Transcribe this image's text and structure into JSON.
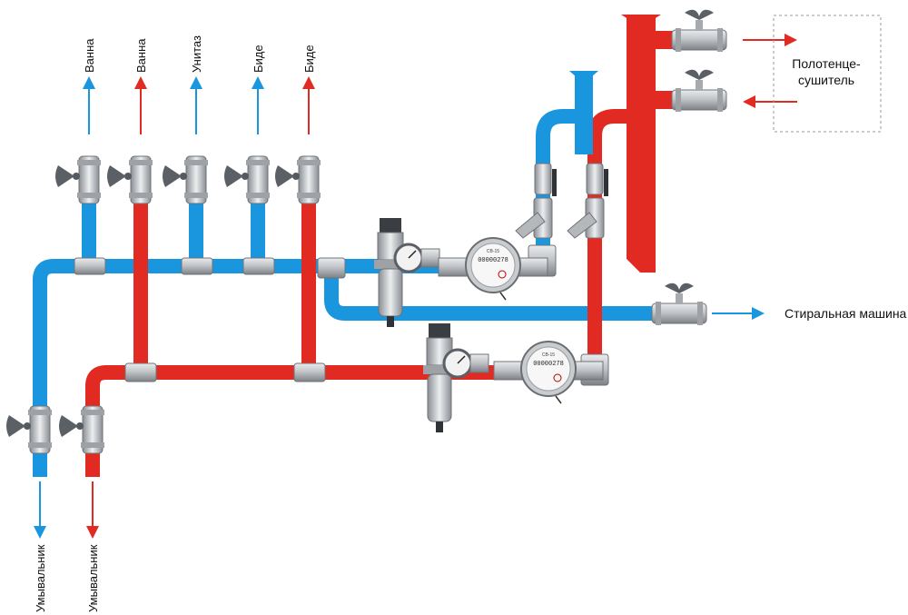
{
  "colors": {
    "cold": "#1a96de",
    "hot": "#e02a22",
    "fitting": "#b9bcbf",
    "fitting_dark": "#6f7377",
    "handle": "#5b6066",
    "text": "#111111",
    "dashed_box": "#9a9a9a"
  },
  "labels": {
    "top_outlets": [
      "Ванна",
      "Ванна",
      "Унитаз",
      "Биде",
      "Биде"
    ],
    "bottom_outlets": [
      "Умывальник",
      "Умывальник"
    ],
    "towel_dryer_line1": "Полотенце-",
    "towel_dryer_line2": "сушитель",
    "washing_machine": "Стиральная машина"
  },
  "meters": {
    "cold_reading": "00000278",
    "hot_reading": "00000278",
    "model": "СВ-15"
  },
  "icons": {
    "valve": "ball-valve-butterfly-handle-icon",
    "tee": "tee-fitting-icon",
    "filter": "y-strainer-filter-icon",
    "reducer": "pressure-reducer-with-gauge-icon",
    "meter": "water-meter-icon",
    "arrow": "flow-arrow-icon"
  }
}
